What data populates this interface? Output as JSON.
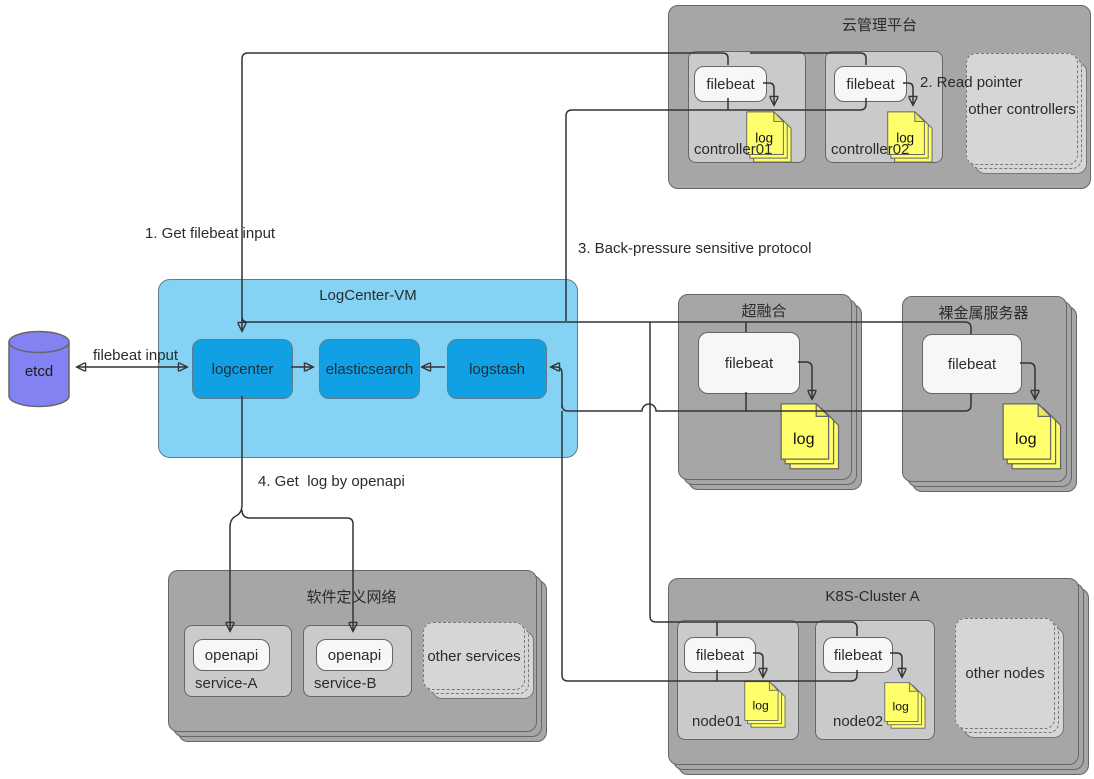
{
  "annotations": {
    "filebeat_input": "filebeat input",
    "step1": "1. Get filebeat input",
    "step2": "2. Read pointer",
    "step3": "3. Back-pressure sensitive protocol",
    "step4": "4. Get  log by openapi"
  },
  "etcd": {
    "label": "etcd"
  },
  "logcenter_vm": {
    "title": "LogCenter-VM",
    "logcenter": "logcenter",
    "elasticsearch": "elasticsearch",
    "logstash": "logstash"
  },
  "cloud_platform": {
    "title": "云管理平台",
    "controllers": [
      {
        "name": "controller01",
        "app": "filebeat",
        "log": "log"
      },
      {
        "name": "controller02",
        "app": "filebeat",
        "log": "log"
      }
    ],
    "others": "other controllers"
  },
  "hyper_converged": {
    "title": "超融合",
    "app": "filebeat",
    "log": "log"
  },
  "bare_metal": {
    "title": "裸金属服务器",
    "app": "filebeat",
    "log": "log"
  },
  "sdn": {
    "title": "软件定义网络",
    "services": [
      {
        "name": "service-A",
        "app": "openapi"
      },
      {
        "name": "service-B",
        "app": "openapi"
      }
    ],
    "others": "other services"
  },
  "k8s": {
    "title": "K8S-Cluster A",
    "nodes": [
      {
        "name": "node01",
        "app": "filebeat",
        "log": "log"
      },
      {
        "name": "node02",
        "app": "filebeat",
        "log": "log"
      }
    ],
    "others": "other nodes"
  },
  "colors": {
    "container_blue": "#85d3f4",
    "component_blue": "#10a0e3",
    "big_gray": "#a6a6a6",
    "machine_gray": "#cacaca",
    "other_gray": "#d6d6d6",
    "app_white": "#f7f7f7",
    "log_yellow": "#ffff6b",
    "etcd_purple": "#8282f2",
    "line": "#333333"
  }
}
